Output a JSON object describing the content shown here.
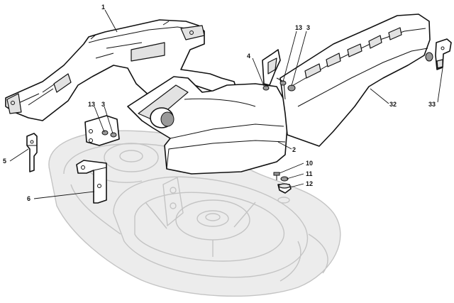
{
  "callouts": {
    "c1": "1",
    "c13a": "13",
    "c3a": "3",
    "c4": "4",
    "c13b": "13",
    "c3b": "3",
    "c5": "5",
    "c6": "6",
    "c2": "2",
    "c10": "10",
    "c11": "11",
    "c12": "12",
    "c32": "32",
    "c33": "33"
  },
  "colors": {
    "line": "#111111",
    "ghost": "#c4c4c4",
    "background": "#ffffff"
  }
}
